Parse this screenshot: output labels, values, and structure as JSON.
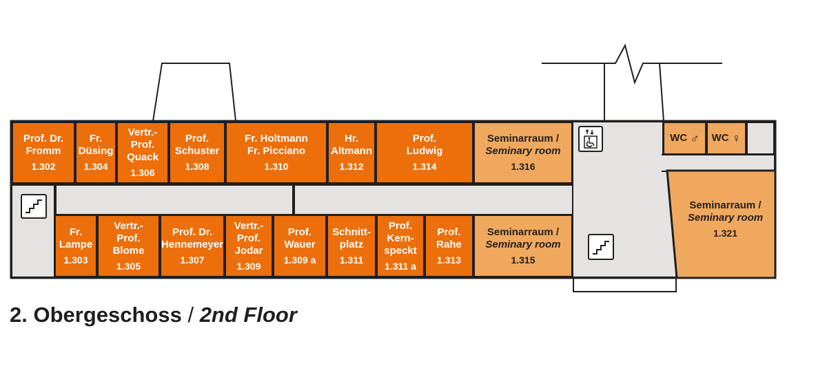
{
  "floor": {
    "title_de": "2. Obergeschoss",
    "separator": " / ",
    "title_en": "2nd Floor"
  },
  "rooms_top": [
    {
      "name": "Prof. Dr. Fromm",
      "number": "1.302"
    },
    {
      "name": "Fr. Düsing",
      "number": "1.304"
    },
    {
      "name": "Vertr.-Prof. Quack",
      "number": "1.306"
    },
    {
      "name": "Prof. Schuster",
      "number": "1.308"
    },
    {
      "name": "Fr. Holtmann Fr. Picciano",
      "number": "1.310"
    },
    {
      "name": "Hr. Altmann",
      "number": "1.312"
    },
    {
      "name": "Prof. Ludwig",
      "number": "1.314"
    }
  ],
  "rooms_bottom": [
    {
      "name": "Fr. Lampe",
      "number": "1.303"
    },
    {
      "name": "Vertr.-Prof. Blome",
      "number": "1.305"
    },
    {
      "name": "Prof. Dr. Hennemeyer",
      "number": "1.307"
    },
    {
      "name": "Vertr.-Prof. Jodar",
      "number": "1.309"
    },
    {
      "name": "Prof. Wauer",
      "number": "1.309 a"
    },
    {
      "name": "Schnitt-platz",
      "number": "1.311"
    },
    {
      "name": "Prof. Kern-speckt",
      "number": "1.311 a"
    },
    {
      "name": "Prof. Rahe",
      "number": "1.313"
    }
  ],
  "seminar_rooms": [
    {
      "de": "Seminarraum /",
      "en": "Seminary room",
      "number": "1.316"
    },
    {
      "de": "Seminarraum /",
      "en": "Seminary room",
      "number": "1.315"
    },
    {
      "de": "Seminarraum /",
      "en": "Seminary room",
      "number": "1.321"
    }
  ],
  "wc": {
    "male_label": "WC",
    "female_label": "WC",
    "male_symbol": "♂",
    "female_symbol": "♀"
  },
  "icons": [
    "stairs-icon",
    "elevator-icon",
    "wheelchair-icon",
    "male-icon",
    "female-icon"
  ],
  "colors": {
    "office": "#ec6f0b",
    "seminar": "#f0a85f",
    "corridor": "#e5e3e2",
    "wall": "#1f1f1f"
  }
}
